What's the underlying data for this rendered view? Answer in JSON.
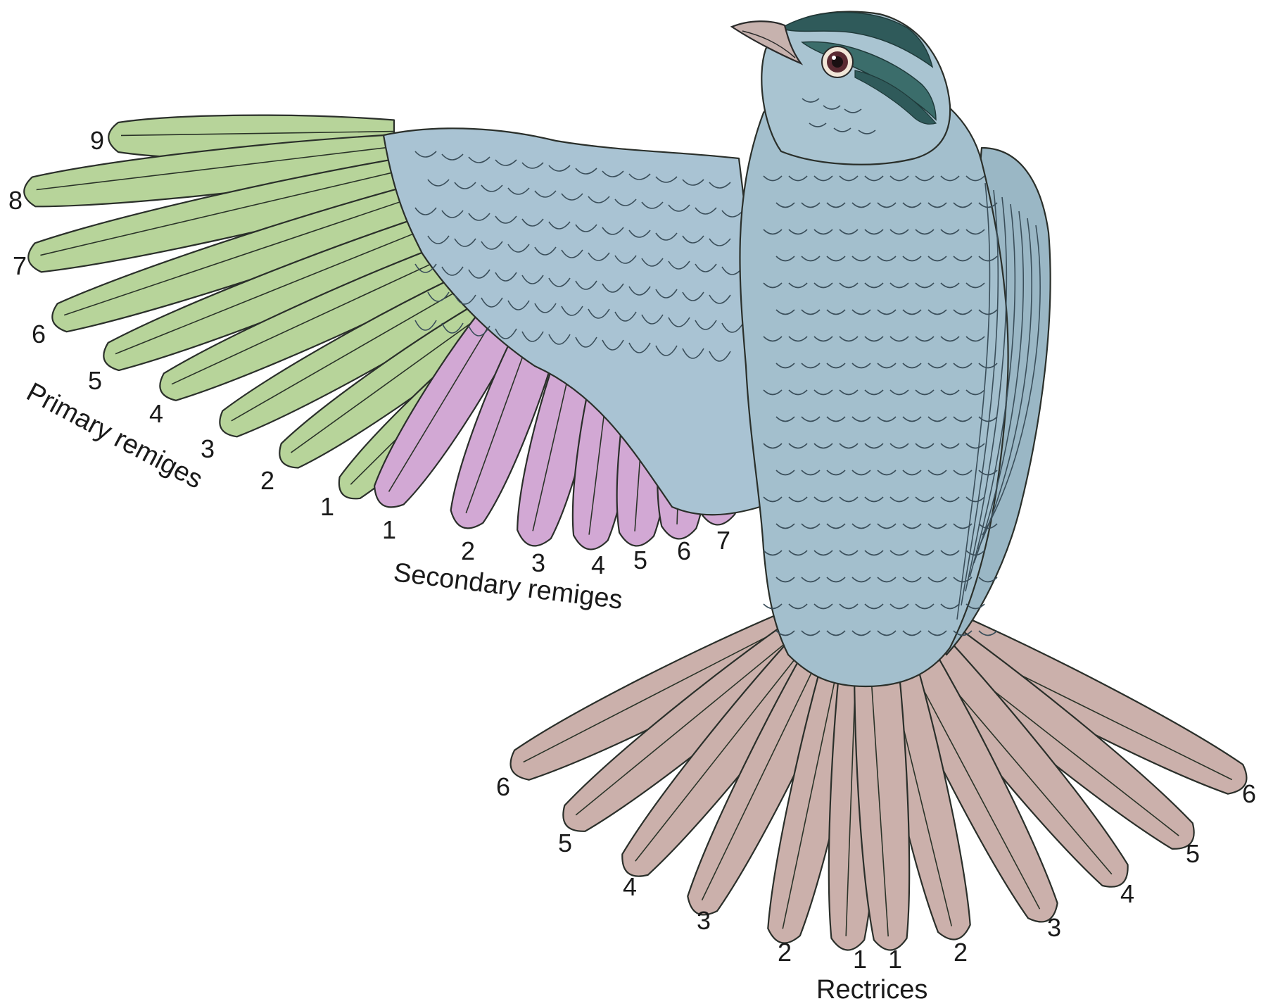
{
  "colors": {
    "primary_remiges": "#b7d49a",
    "secondary_remiges": "#d2a8d4",
    "rectrices": "#cbb0ab",
    "body": "#9fbccb",
    "crown": "#2f5a5a"
  },
  "primary_remiges": {
    "title": "Primary remiges",
    "numbers": [
      "9",
      "8",
      "7",
      "6",
      "5",
      "4",
      "3",
      "2",
      "1"
    ]
  },
  "secondary_remiges": {
    "title": "Secondary remiges",
    "numbers": [
      "1",
      "2",
      "3",
      "4",
      "5",
      "6",
      "7"
    ]
  },
  "rectrices": {
    "title": "Rectrices",
    "left_numbers": [
      "6",
      "5",
      "4",
      "3",
      "2",
      "1"
    ],
    "right_numbers": [
      "1",
      "2",
      "3",
      "4",
      "5",
      "6"
    ]
  }
}
